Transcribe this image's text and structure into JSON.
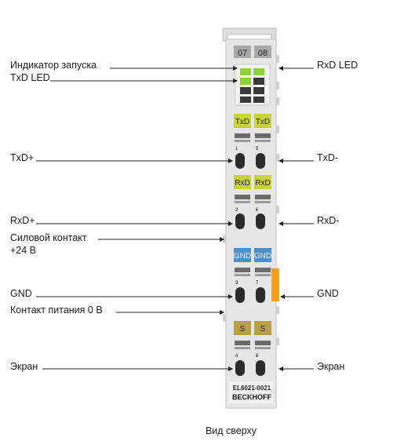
{
  "labels": {
    "left": {
      "run_indicator": "Индикатор запуска",
      "txd_led": "TxD LED",
      "txd_plus": "TxD+",
      "rxd_plus": "RxD+",
      "power_contact_line1": "Силовой контакт",
      "power_contact_line2": "+24 В",
      "gnd": "GND",
      "supply_contact": "Контакт питания 0 В",
      "shield": "Экран"
    },
    "right": {
      "rxd_led": "RxD LED",
      "txd_minus": "TxD-",
      "rxd_minus": "RxD-",
      "gnd": "GND",
      "shield": "Экран"
    }
  },
  "terminal": {
    "channels": [
      "07",
      "08"
    ],
    "row_txd": [
      "TxD",
      "TxD"
    ],
    "row_rxd": [
      "RxD",
      "RxD"
    ],
    "row_gnd": [
      "GND",
      "GND"
    ],
    "row_shield": [
      "S",
      "S"
    ],
    "pin_numbers": [
      "1",
      "5",
      "2",
      "6",
      "3",
      "7",
      "4",
      "8"
    ],
    "model": "EL6021-0021",
    "brand": "BECKHOFF"
  },
  "colors": {
    "housing": "#e4e4e4",
    "led_green": "#8cd23c",
    "label_yellow": "#c8d23a",
    "label_blue": "#4a8fd0",
    "label_brown": "#b8a04a",
    "power_orange": "#f0a020"
  },
  "caption": "Вид сверху"
}
